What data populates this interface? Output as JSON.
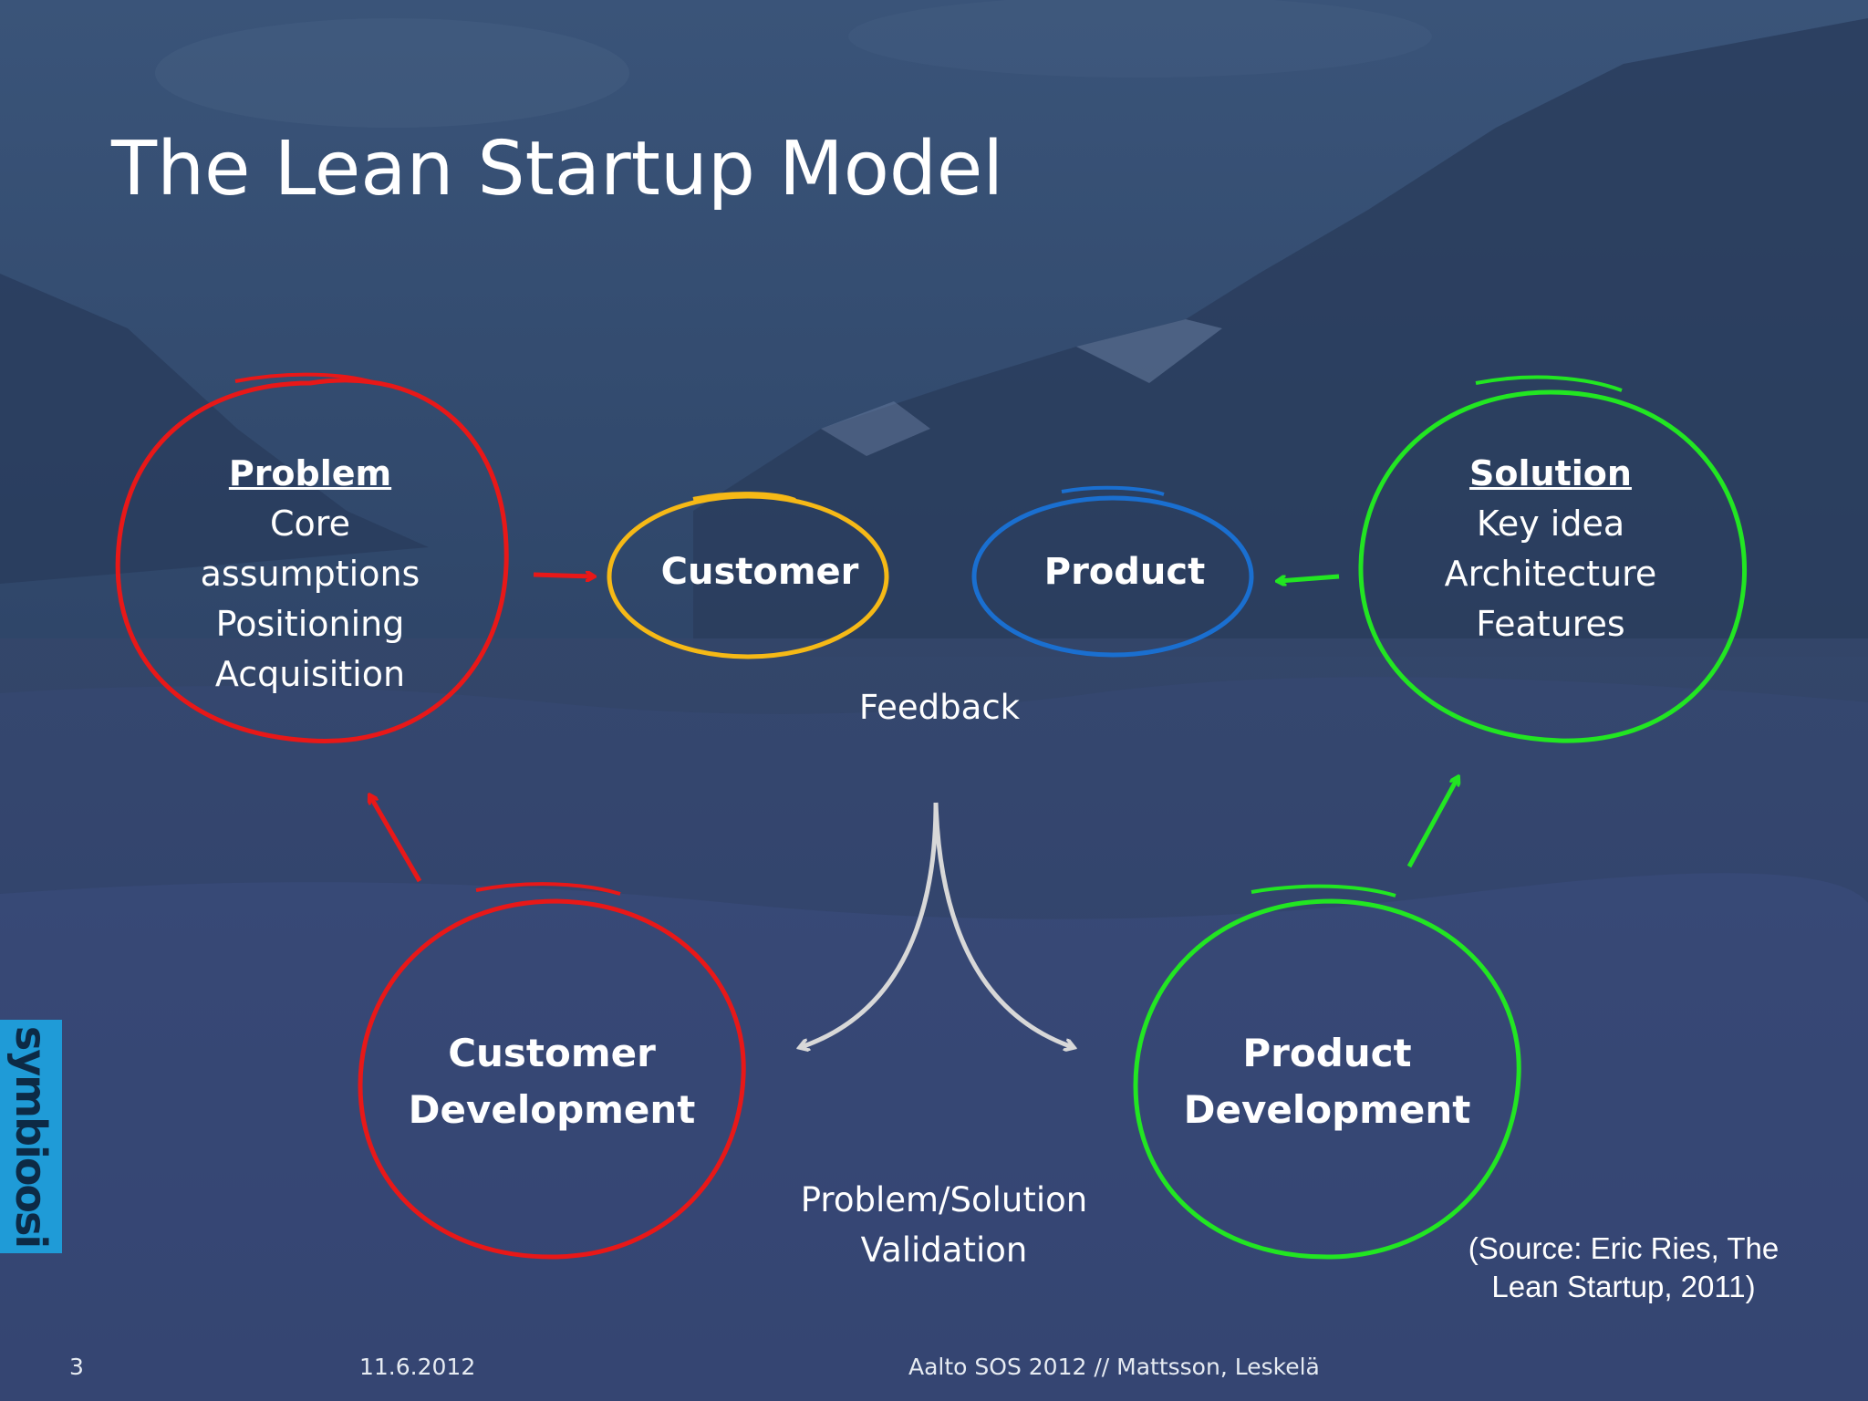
{
  "slide": {
    "title": "The Lean Startup Model",
    "problem": {
      "heading": "Problem",
      "lines": [
        "Core",
        "assumptions",
        "Positioning",
        "Acquisition"
      ],
      "color": "#e81818"
    },
    "customer": {
      "label": "Customer",
      "color": "#f6b916"
    },
    "product": {
      "label": "Product",
      "color": "#1a6fd0"
    },
    "solution": {
      "heading": "Solution",
      "lines": [
        "Key idea",
        "Architecture",
        "Features"
      ],
      "color": "#22e622"
    },
    "feedback": "Feedback",
    "customer_development": [
      "Customer",
      "Development"
    ],
    "product_development": [
      "Product",
      "Development"
    ],
    "validation": [
      "Problem/Solution",
      "Validation"
    ],
    "source": [
      "(Source: Eric Ries, The",
      "Lean Startup, 2011)"
    ],
    "logo_text": "symbioosi",
    "footer": {
      "page_number": "3",
      "date": "11.6.2012",
      "event": "Aalto SOS 2012 // Mattsson, Leskelä"
    }
  },
  "colors": {
    "background": "#2e4263",
    "logo_band": "#1f9bd7",
    "arrow_gray": "#d8d8d8"
  }
}
